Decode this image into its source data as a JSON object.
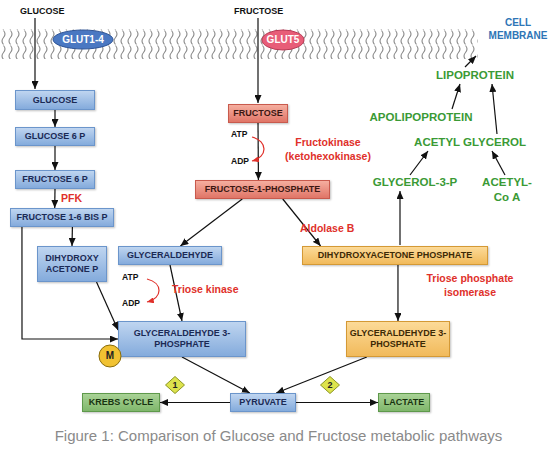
{
  "diagram": {
    "caption": "Figure 1: Comparison of Glucose and Fructose metabolic pathways",
    "nodes": [
      {
        "text": [
          "GLUT1-4"
        ]
      },
      {
        "text": [
          "GLUT5"
        ]
      },
      {
        "text": [
          "GLUCOSE"
        ]
      },
      {
        "text": [
          "FRUCTOSE"
        ]
      },
      {
        "text": [
          "GLUCOSE 6 P"
        ]
      },
      {
        "text": [
          "FRUCTOSE 6 P"
        ]
      },
      {
        "text": [
          "FRUCTOSE-1-PHOSPHATE"
        ]
      },
      {
        "text": [
          "FRUCTOSE 1-6 BIS P"
        ]
      },
      {
        "text": [
          "DIHYDROXY ACETONE P"
        ]
      },
      {
        "text": [
          "GLYCERALDEHYDE"
        ]
      },
      {
        "text": [
          "DIHYDROXYACETONE PHOSPHATE"
        ]
      },
      {
        "text": [
          "GLYCERALDEHYDE 3-PHOSPHATE"
        ]
      },
      {
        "text": [
          "M"
        ]
      },
      {
        "text": [
          "GLYCERALDEHYDE 3-PHOSPHATE"
        ]
      },
      {
        "text": [
          "1"
        ]
      },
      {
        "text": [
          "2"
        ]
      },
      {
        "text": [
          "KREBS CYCLE"
        ]
      },
      {
        "text": [
          "PYRUVATE"
        ]
      },
      {
        "text": [
          "LACTATE"
        ]
      }
    ],
    "edges": [
      {
        "from": 2,
        "to": 4,
        "arrow": "to"
      },
      {
        "from": 4,
        "to": 5,
        "arrow": "to"
      },
      {
        "from": 5,
        "to": 7,
        "arrow": "to"
      },
      {
        "from": 3,
        "to": 6,
        "arrow": "to"
      },
      {
        "from": 7,
        "to": 11,
        "arrow": "to"
      },
      {
        "from": 7,
        "to": 8,
        "arrow": "to"
      },
      {
        "from": 8,
        "to": 11,
        "arrow": "to"
      },
      {
        "from": 6,
        "to": 9,
        "arrow": "to"
      },
      {
        "from": 6,
        "to": 10,
        "arrow": "to"
      },
      {
        "from": 9,
        "to": 11,
        "arrow": "to"
      },
      {
        "from": 10,
        "to": 13,
        "arrow": "to"
      },
      {
        "from": 11,
        "to": 17,
        "arrow": "to"
      },
      {
        "from": 13,
        "to": 17,
        "arrow": "to"
      },
      {
        "from": 17,
        "to": 16,
        "arrow": "to"
      },
      {
        "from": 17,
        "to": 18,
        "arrow": "to"
      }
    ],
    "labels": [
      "GLUCOSE",
      "FRUCTOSE",
      "CELL MEMBRANE",
      "LIPOPROTEIN",
      "APOLIPOPROTEIN",
      "ACETYL GLYCEROL",
      "ATP",
      "Fructokinase (ketohexokinase)",
      "ADP",
      "GLYCEROL-3-P",
      "ACETYL- Co A",
      "PFK",
      "Aldolase B",
      "ATP",
      "Triose kinase",
      "Triose phosphate isomerase",
      "ADP"
    ]
  }
}
